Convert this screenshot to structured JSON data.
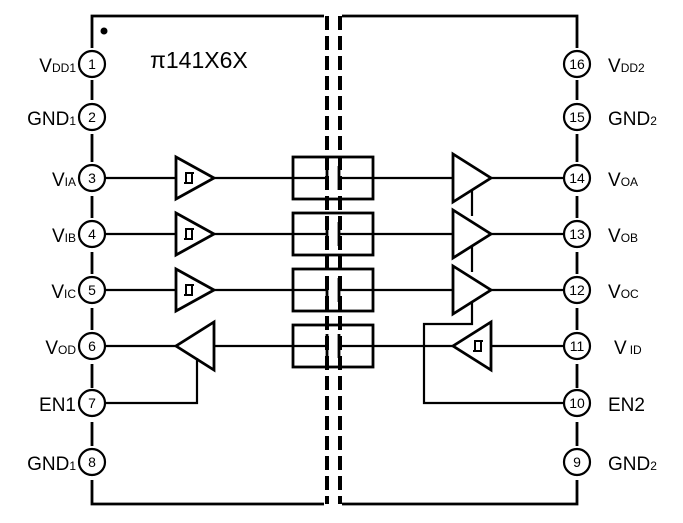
{
  "part_number": "π141X6X",
  "pins_left": [
    {
      "num": "1",
      "label": "V",
      "sub": "DD1"
    },
    {
      "num": "2",
      "label": "GND",
      "sub": "1"
    },
    {
      "num": "3",
      "label": "V",
      "sub": "IA"
    },
    {
      "num": "4",
      "label": "V",
      "sub": "IB"
    },
    {
      "num": "5",
      "label": "V",
      "sub": "IC"
    },
    {
      "num": "6",
      "label": "V",
      "sub": "OD"
    },
    {
      "num": "7",
      "label": "EN1",
      "sub": ""
    },
    {
      "num": "8",
      "label": "GND",
      "sub": "1"
    }
  ],
  "pins_right": [
    {
      "num": "16",
      "label": "V",
      "sub": "DD2"
    },
    {
      "num": "15",
      "label": "GND",
      "sub": "2"
    },
    {
      "num": "14",
      "label": "V",
      "sub": "OA"
    },
    {
      "num": "13",
      "label": "V",
      "sub": "OB"
    },
    {
      "num": "12",
      "label": "V",
      "sub": "OC"
    },
    {
      "num": "11",
      "label": "V",
      "sub": "ID"
    },
    {
      "num": "10",
      "label": "EN2",
      "sub": ""
    },
    {
      "num": "9",
      "label": "GND",
      "sub": "2"
    }
  ]
}
